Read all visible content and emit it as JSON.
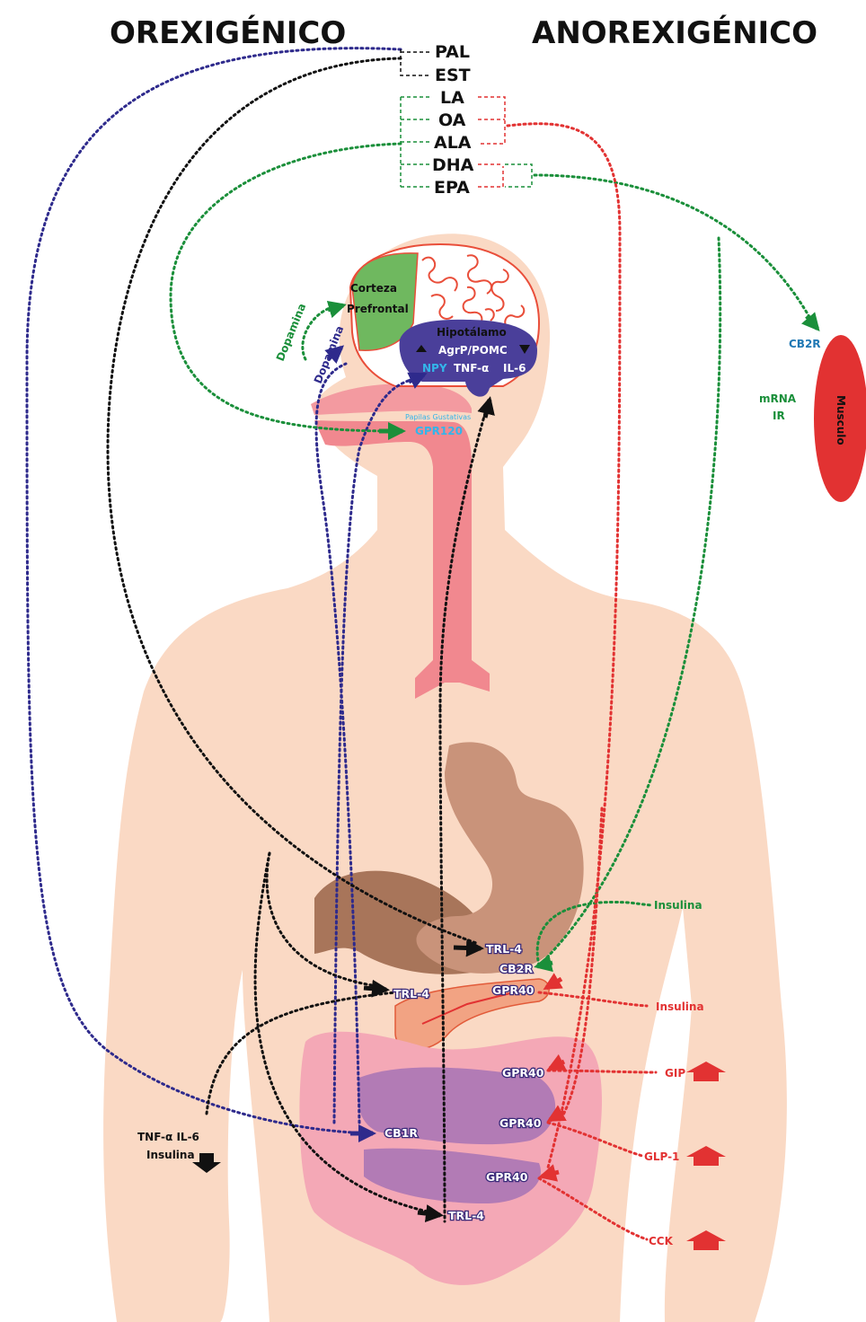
{
  "titles": {
    "left": "OREXIGÉNICO",
    "right": "ANOREXIGÉNICO"
  },
  "fatty_acids": [
    "PAL",
    "EST",
    "LA",
    "OA",
    "ALA",
    "DHA",
    "EPA"
  ],
  "brain": {
    "cortex_line1": "Corteza",
    "cortex_line2": "Prefrontal",
    "hypothalamus": "Hipotálamo",
    "agrp": "AgrP/POMC",
    "npy": "NPY",
    "tnf": "TNF-α",
    "il6": "IL-6",
    "dopamine_a": "Dopamina",
    "dopamine_b": "Dopamina",
    "taste_buds": "Papilas Gustativas",
    "gpr120": "GPR120"
  },
  "muscle": {
    "label": "Musculo",
    "cb2r": "CB2R",
    "mrna": "mRNA",
    "ir": "IR"
  },
  "receptors": {
    "trl4_liver": "TRL-4",
    "cb2r_panc": "CB2R",
    "trl4_panc": "TRL-4",
    "gpr40_panc": "GPR40",
    "gpr40_a": "GPR40",
    "cb1r": "CB1R",
    "gpr40_b": "GPR40",
    "gpr40_c": "GPR40",
    "trl4_gut": "TRL-4"
  },
  "outputs": {
    "insulina_green": "Insulina",
    "insulina_red": "Insulina",
    "gip": "GIP",
    "glp1": "GLP-1",
    "cck": "CCK"
  },
  "adipose": {
    "line1": "TNF-α  IL-6",
    "line2": "Insulina"
  },
  "colors": {
    "green": "#1a8f3a",
    "red": "#e23232",
    "black": "#111111",
    "navy": "#2e2a8c",
    "skin": "#fad9c4",
    "receptor": "#7b7bd6"
  }
}
